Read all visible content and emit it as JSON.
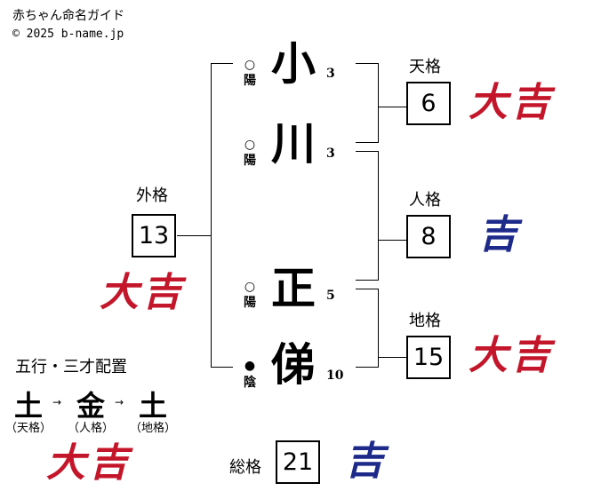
{
  "header": {
    "title": "赤ちゃん命名ガイド",
    "copyright": "© 2025 b-name.jp"
  },
  "name": [
    {
      "char": "小",
      "strokes": "3",
      "polarity_icon": "○",
      "polarity": "陽"
    },
    {
      "char": "川",
      "strokes": "3",
      "polarity_icon": "○",
      "polarity": "陽"
    },
    {
      "char": "正",
      "strokes": "5",
      "polarity_icon": "○",
      "polarity": "陽"
    },
    {
      "char": "俤",
      "strokes": "10",
      "polarity_icon": "●",
      "polarity": "陰"
    }
  ],
  "kaku": {
    "gaikaku": {
      "label": "外格",
      "value": "13",
      "fortune": "大吉"
    },
    "tenkaku": {
      "label": "天格",
      "value": "6",
      "fortune": "大吉"
    },
    "jinkaku": {
      "label": "人格",
      "value": "8",
      "fortune": "吉"
    },
    "chikaku": {
      "label": "地格",
      "value": "15",
      "fortune": "大吉"
    },
    "soukaku": {
      "label": "総格",
      "value": "21",
      "fortune": "吉"
    }
  },
  "gogyo": {
    "title": "五行・三才配置",
    "elements": [
      {
        "char": "土",
        "label": "（天格）"
      },
      {
        "char": "金",
        "label": "（人格）"
      },
      {
        "char": "土",
        "label": "（地格）"
      }
    ],
    "arrow": "→",
    "fortune": "大吉"
  },
  "colors": {
    "great_luck": "#c4162a",
    "luck": "#1d2a8a"
  }
}
